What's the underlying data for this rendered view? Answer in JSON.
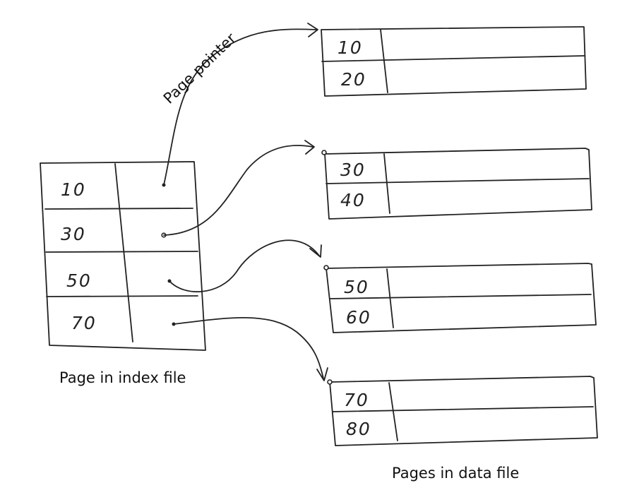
{
  "labels": {
    "pointer_label": "Page pointer",
    "index_caption": "Page in index file",
    "data_caption": "Pages in data file"
  },
  "index_page": {
    "keys": [
      "10",
      "30",
      "50",
      "70"
    ]
  },
  "data_pages": [
    {
      "keys": [
        "10",
        "20"
      ]
    },
    {
      "keys": [
        "30",
        "40"
      ]
    },
    {
      "keys": [
        "50",
        "60"
      ]
    },
    {
      "keys": [
        "70",
        "80"
      ]
    }
  ],
  "colors": {
    "ink": "#222222",
    "background": "#ffffff"
  }
}
